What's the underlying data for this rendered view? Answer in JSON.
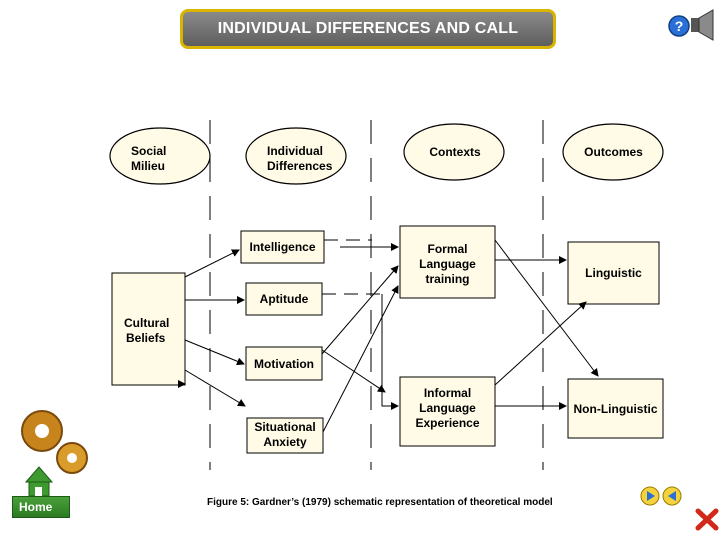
{
  "title": "INDIVIDUAL DIFFERENCES AND CALL",
  "headers": {
    "social_milieu": [
      "Social",
      "Milieu"
    ],
    "individual_differences": [
      "Individual",
      "Differences"
    ],
    "contexts": "Contexts",
    "outcomes": "Outcomes"
  },
  "nodes": {
    "cultural_beliefs": [
      "Cultural",
      "Beliefs"
    ],
    "intelligence": "Intelligence",
    "aptitude": "Aptitude",
    "motivation": "Motivation",
    "situational_anxiety": [
      "Situational",
      "Anxiety"
    ],
    "formal_training": [
      "Formal",
      "Language",
      "training"
    ],
    "informal_experience": [
      "Informal",
      "Language",
      "Experience"
    ],
    "linguistic": "Linguistic",
    "non_linguistic": "Non-Linguistic"
  },
  "caption": "Figure 5: Gardner’s (1979) schematic representation of theoretical model",
  "home_label": "Home",
  "icons": {
    "help": "help-icon",
    "speaker": "speaker-icon",
    "gears": "gears-icon",
    "home": "home-icon",
    "play": "play-icon",
    "back": "back-icon",
    "close": "close-icon"
  },
  "colors": {
    "banner_border": "#d9b400",
    "banner_fill": "#6e6e6e",
    "ellipse_fill": "#fffbe6",
    "box_fill": "#fffbe6"
  }
}
